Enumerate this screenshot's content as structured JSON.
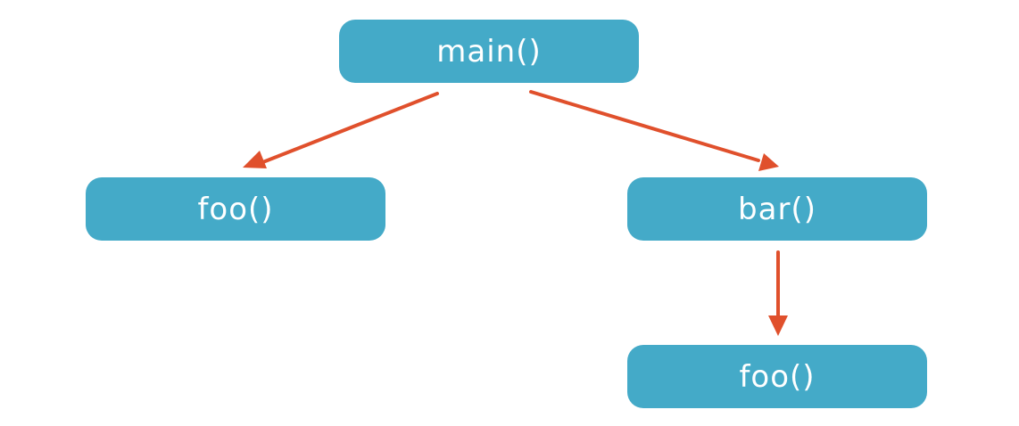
{
  "diagram": {
    "nodes": {
      "main": "main()",
      "foo_left": "foo()",
      "bar": "bar()",
      "foo_bottom": "foo()"
    },
    "edges": [
      {
        "from": "main",
        "to": "foo_left"
      },
      {
        "from": "main",
        "to": "bar"
      },
      {
        "from": "bar",
        "to": "foo_bottom"
      }
    ],
    "colors": {
      "node_fill": "#44aac8",
      "node_text": "#ffffff",
      "arrow": "#e0502c"
    }
  }
}
